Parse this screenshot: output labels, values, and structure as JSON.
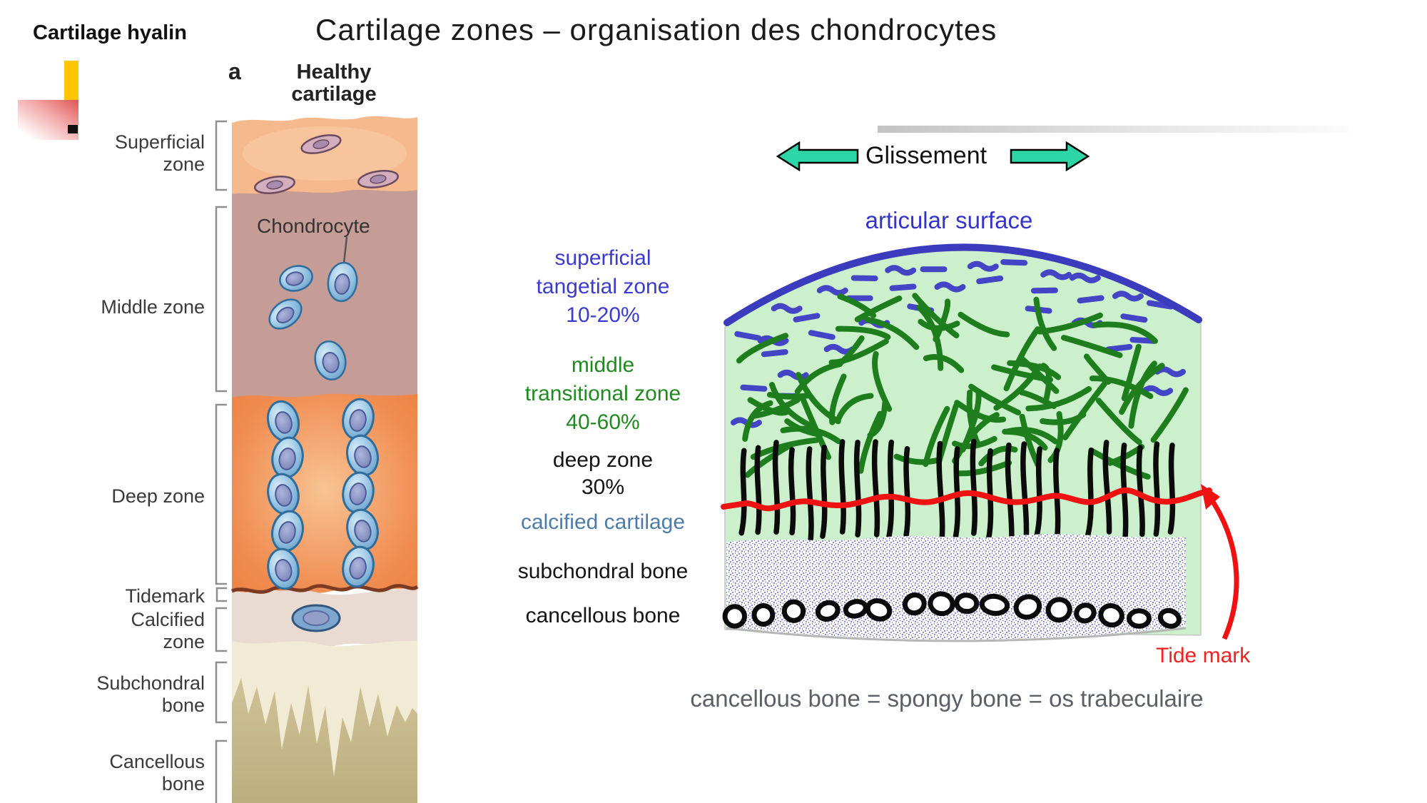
{
  "slide": {
    "corner_label": "Cartilage hyalin",
    "title": "Cartilage zones – organisation des chondrocytes"
  },
  "left_figure": {
    "panel_letter": "a",
    "panel_title_line1": "Healthy",
    "panel_title_line2": "cartilage",
    "chondrocyte_label": "Chondrocyte",
    "labels": {
      "superficial_line1": "Superficial",
      "superficial_line2": "zone",
      "middle": "Middle zone",
      "deep": "Deep zone",
      "tidemark": "Tidemark",
      "calcified_line1": "Calcified",
      "calcified_line2": "zone",
      "subchondral_line1": "Subchondral",
      "subchondral_line2": "bone",
      "cancellous_line1": "Cancellous",
      "cancellous_line2": "bone"
    }
  },
  "right_figure": {
    "glissement_label": "Glissement",
    "articular_surface_label": "articular surface",
    "annotations": {
      "superficial_line1": "superficial",
      "superficial_line2": "tangetial zone",
      "superficial_line3": "10-20%",
      "middle_line1": "middle",
      "middle_line2": "transitional zone",
      "middle_line3": "40-60%",
      "deep_line1": "deep zone",
      "deep_line2": "30%",
      "calcified": "calcified cartilage",
      "subchondral": "subchondral bone",
      "cancellous": "cancellous bone"
    },
    "tide_mark_label": "Tide mark",
    "footnote": "cancellous bone = spongy bone = os trabeculaire"
  },
  "colors": {
    "glissement_arrow": "#2ED6A5",
    "blue_label": "#3B3BD1",
    "green_label": "#1F8A1F",
    "steel_blue_label": "#4E7CA8",
    "red_annotation": "#EE2222",
    "footnote_gray": "#5A6066",
    "cartilage_green": "#CBF0CB",
    "superficial_orange": "#F6B98E",
    "middle_mauve": "#C59C96",
    "deep_orange": "#EF8A4D",
    "tidemark_brown": "#7A3B22"
  }
}
